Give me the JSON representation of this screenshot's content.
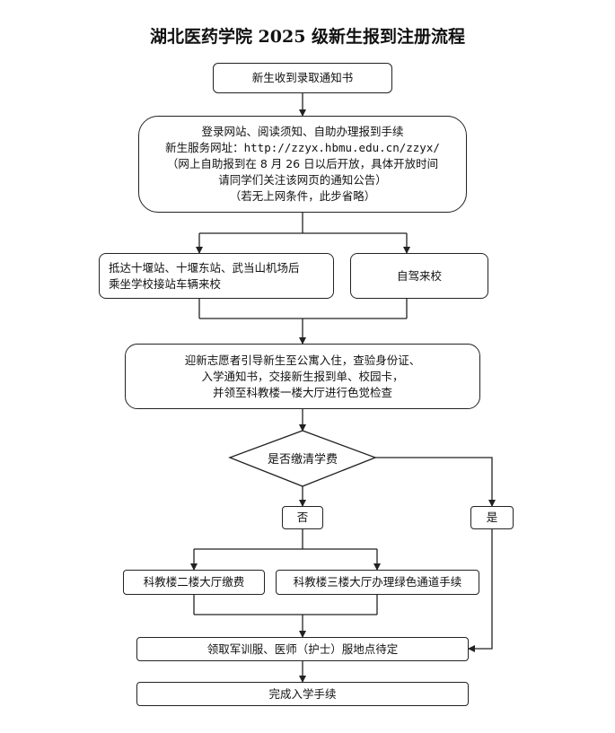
{
  "title": "湖北医药学院 2025 级新生报到注册流程",
  "steps": {
    "receive_notice": "新生收到录取通知书",
    "online": {
      "line1": "登录网站、阅读须知、自助办理报到手续",
      "line2_label": "新生服务网址：",
      "line2_url": "http://zzyx.hbmu.edu.cn/zzyx/",
      "line3": "（网上自助报到在 8 月 26 日以后开放，具体开放时间",
      "line4": "请同学们关注该网页的通知公告）",
      "line5": "（若无上网条件，此步省略）"
    },
    "arrive_station": {
      "line1": "抵达十堰站、十堰东站、武当山机场后",
      "line2": "乘坐学校接站车辆来校"
    },
    "self_drive": "自驾来校",
    "volunteer": {
      "line1": "迎新志愿者引导新生至公寓入住，查验身份证、",
      "line2": "入学通知书，交接新生报到单、校园卡，",
      "line3": "并领至科教楼一楼大厅进行色觉检查"
    },
    "decision": "是否缴清学费",
    "no": "否",
    "yes": "是",
    "pay_fee": "科教楼二楼大厅缴费",
    "green_channel": "科教楼三楼大厅办理绿色通道手续",
    "collect_uniform": "领取军训服、医师（护士）服地点待定",
    "complete": "完成入学手续"
  }
}
